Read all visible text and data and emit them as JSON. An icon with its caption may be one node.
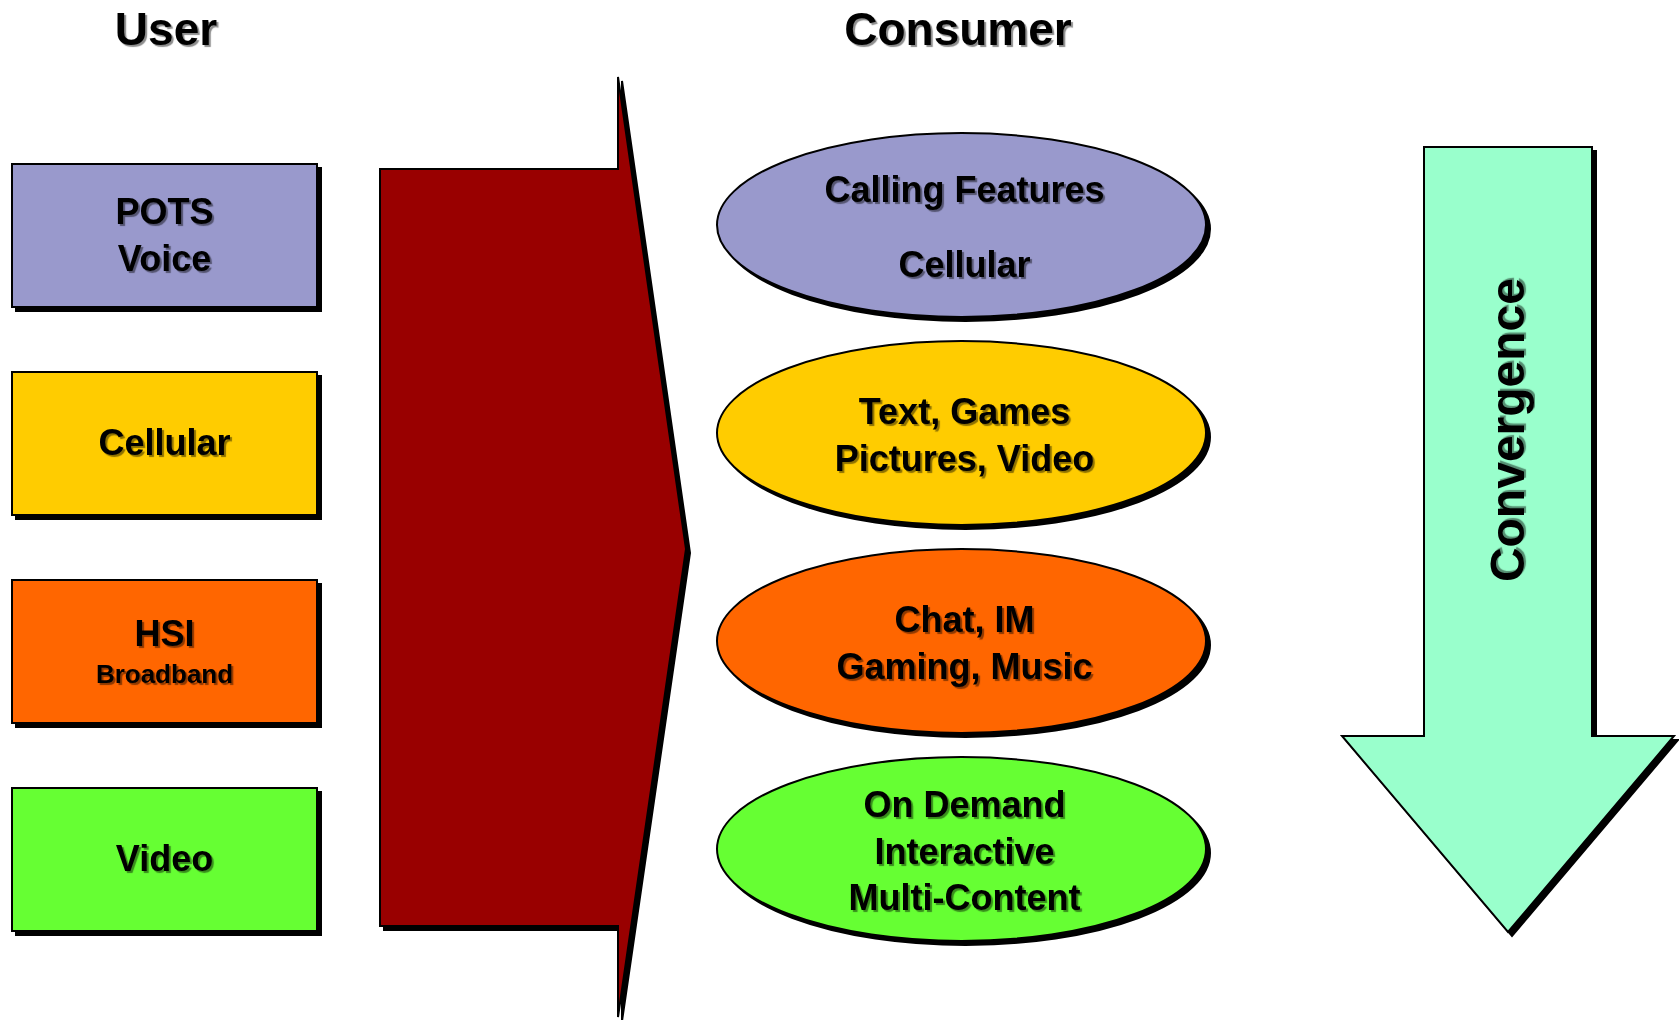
{
  "diagram": {
    "nodes": [
      {
        "text": [
          "POTS Voice"
        ]
      },
      {
        "text": [
          "Cellular"
        ]
      },
      {
        "text": [
          "HSI",
          "Broadband"
        ]
      },
      {
        "text": [
          "Video"
        ]
      },
      {
        "text": [
          "Calling Features",
          "Cellular"
        ]
      },
      {
        "text": [
          "Text, Games Pictures, Video"
        ]
      },
      {
        "text": [
          "Chat, IM Gaming, Music"
        ]
      },
      {
        "text": [
          "On Demand Interactive Multi-Content"
        ]
      },
      {
        "text": [
          "Convergence"
        ]
      }
    ],
    "labels": [
      "User",
      "Consumer"
    ]
  }
}
